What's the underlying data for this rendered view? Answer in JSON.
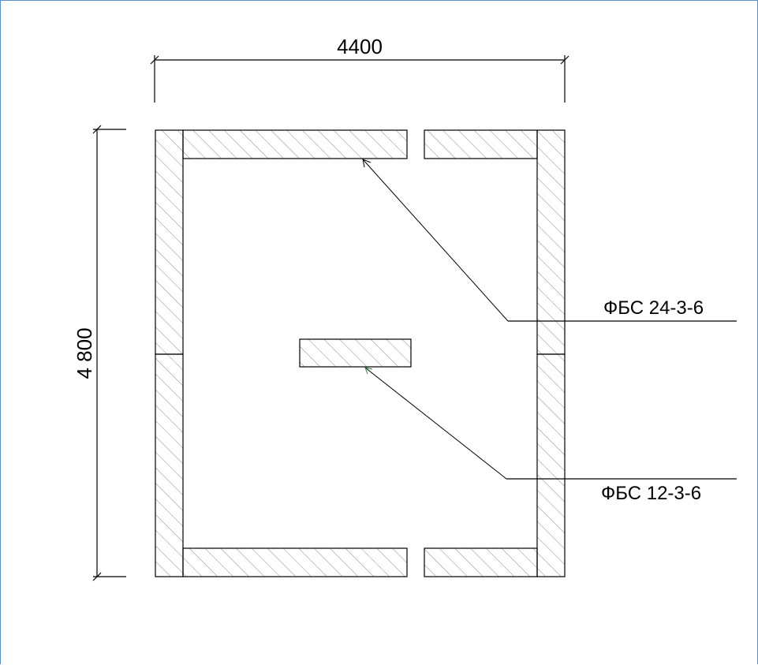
{
  "dimensions": {
    "width_label": "4400",
    "height_label": "4 800"
  },
  "blocks": [
    {
      "id": "wall-left-upper"
    },
    {
      "id": "wall-left-lower"
    },
    {
      "id": "wall-right-upper"
    },
    {
      "id": "wall-right-lower"
    },
    {
      "id": "wall-top-left"
    },
    {
      "id": "wall-top-right"
    },
    {
      "id": "wall-bottom-left"
    },
    {
      "id": "wall-bottom-right"
    },
    {
      "id": "center-block"
    }
  ],
  "callouts": [
    {
      "label": "ФБС 24-3-6"
    },
    {
      "label": "ФБС 12-3-6"
    }
  ],
  "colors": {
    "frame_border": "#5b8fc4",
    "line": "#000000",
    "hatch": "#777777",
    "arrow_green": "#2e7d32"
  }
}
